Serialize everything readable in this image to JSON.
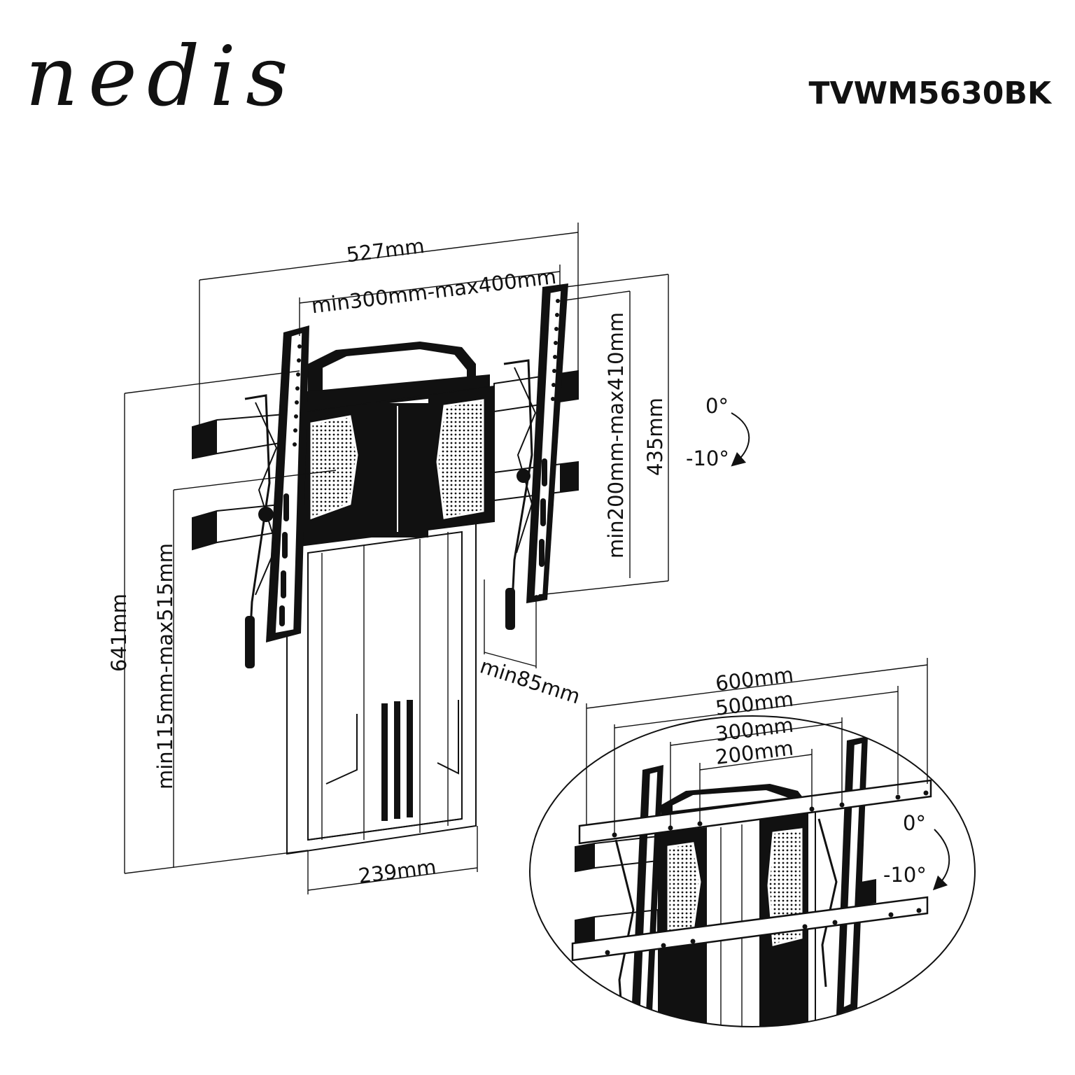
{
  "brand": {
    "logo_text": "nedis"
  },
  "model_code": "TVWM5630BK",
  "colors": {
    "line": "#111111",
    "background": "#ffffff"
  },
  "dimensions": {
    "overall_width": "527mm",
    "arm_spacing": "min300mm-max400mm",
    "bracket_height": "min200mm-max410mm",
    "overall_bracket_height": "435mm",
    "overall_height": "641mm",
    "lift_range": "min115mm-max515mm",
    "wall_distance": "min85mm",
    "base_width": "239mm",
    "tilt_top": "0°",
    "tilt_bottom": "-10°"
  },
  "detail": {
    "vesa_600": "600mm",
    "vesa_500": "500mm",
    "vesa_300": "300mm",
    "vesa_200": "200mm",
    "tilt_top": "0°",
    "tilt_bottom": "-10°"
  }
}
